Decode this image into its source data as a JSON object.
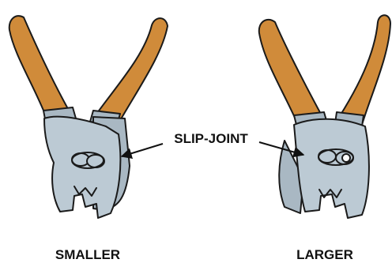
{
  "labels": {
    "callout": "SLIP-JOINT",
    "left_caption": "SMALLER",
    "right_caption": "LARGER"
  },
  "colors": {
    "handle": "#D08B3A",
    "metal": "#BCCAD4",
    "metal_shade": "#A9B8C3",
    "outline": "#1A1A1A"
  },
  "icons": {
    "left_tool": "slip-joint-pliers-smaller-setting",
    "right_tool": "slip-joint-pliers-larger-setting"
  }
}
